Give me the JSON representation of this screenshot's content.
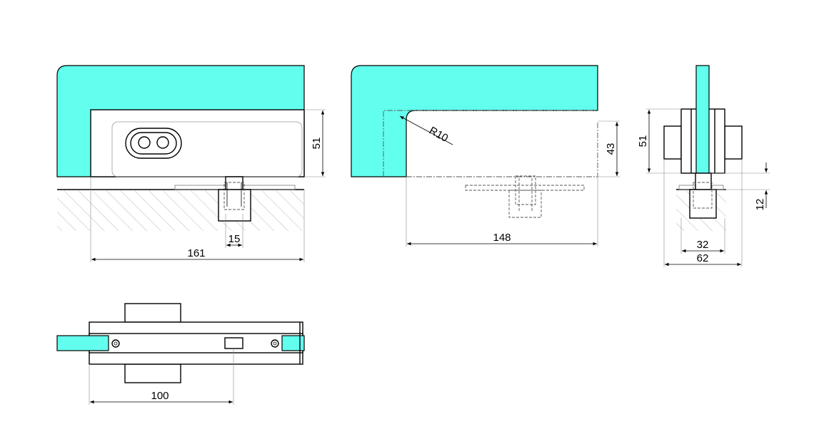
{
  "colors": {
    "glass": "#63FFEE",
    "line": "#000000",
    "hatch": "#999999"
  },
  "front_view": {
    "dim_width": "161",
    "dim_height": "51",
    "dim_pin": "15"
  },
  "side_view_bracket": {
    "dim_width": "148",
    "dim_height": "43",
    "dim_radius": "R10"
  },
  "end_view": {
    "dim_height": "51",
    "dim_pin_depth": "12",
    "dim_inner": "32",
    "dim_outer": "62"
  },
  "top_view": {
    "dim_axis": "100"
  }
}
